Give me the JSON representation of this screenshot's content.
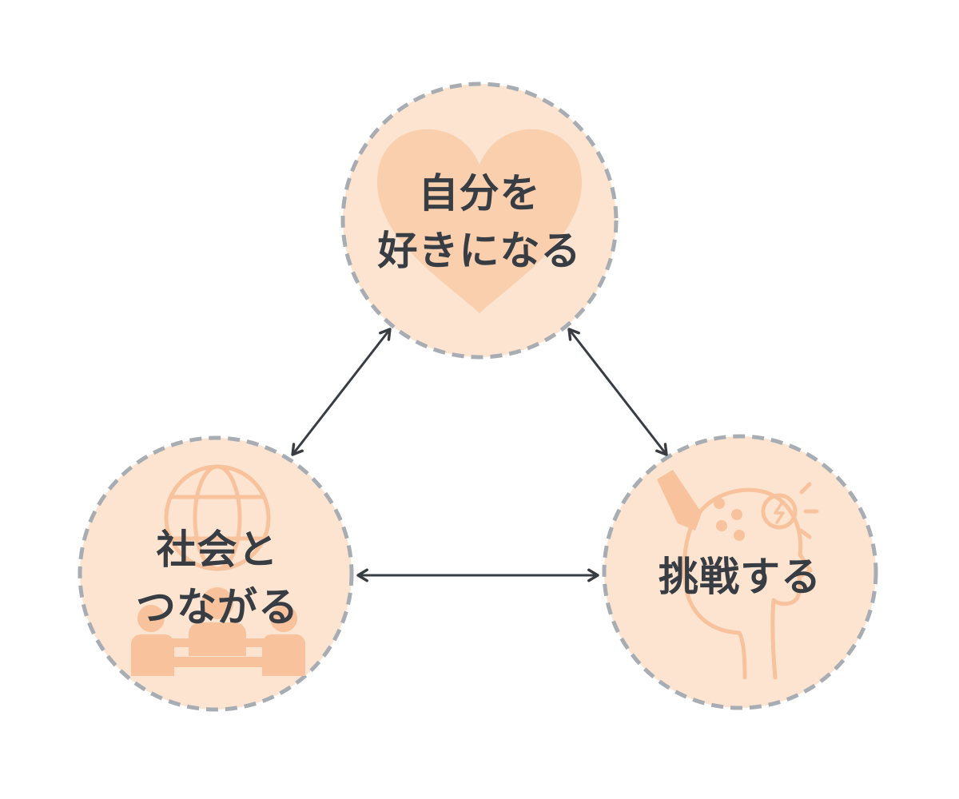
{
  "diagram": {
    "nodes": [
      {
        "id": "love-yourself",
        "lines": [
          "自分を",
          "好きになる"
        ],
        "icon": "heart-icon"
      },
      {
        "id": "connect-society",
        "lines": [
          "社会と",
          "つながる"
        ],
        "icon": "globe-people-icon"
      },
      {
        "id": "challenge",
        "lines": [
          "挑戦する"
        ],
        "icon": "idea-head-icon"
      }
    ],
    "edges": [
      {
        "between": [
          "love-yourself",
          "connect-society"
        ],
        "style": "double-arrow"
      },
      {
        "between": [
          "love-yourself",
          "challenge"
        ],
        "style": "double-arrow"
      },
      {
        "between": [
          "connect-society",
          "challenge"
        ],
        "style": "double-arrow"
      }
    ],
    "colors": {
      "background": "#ffffff",
      "circle_fill": "#fce4d1",
      "circle_border": "#a8adb3",
      "heart": "#f9cfae",
      "icon": "#f7c29c",
      "text": "#383d44",
      "arrow": "#383d44"
    }
  }
}
